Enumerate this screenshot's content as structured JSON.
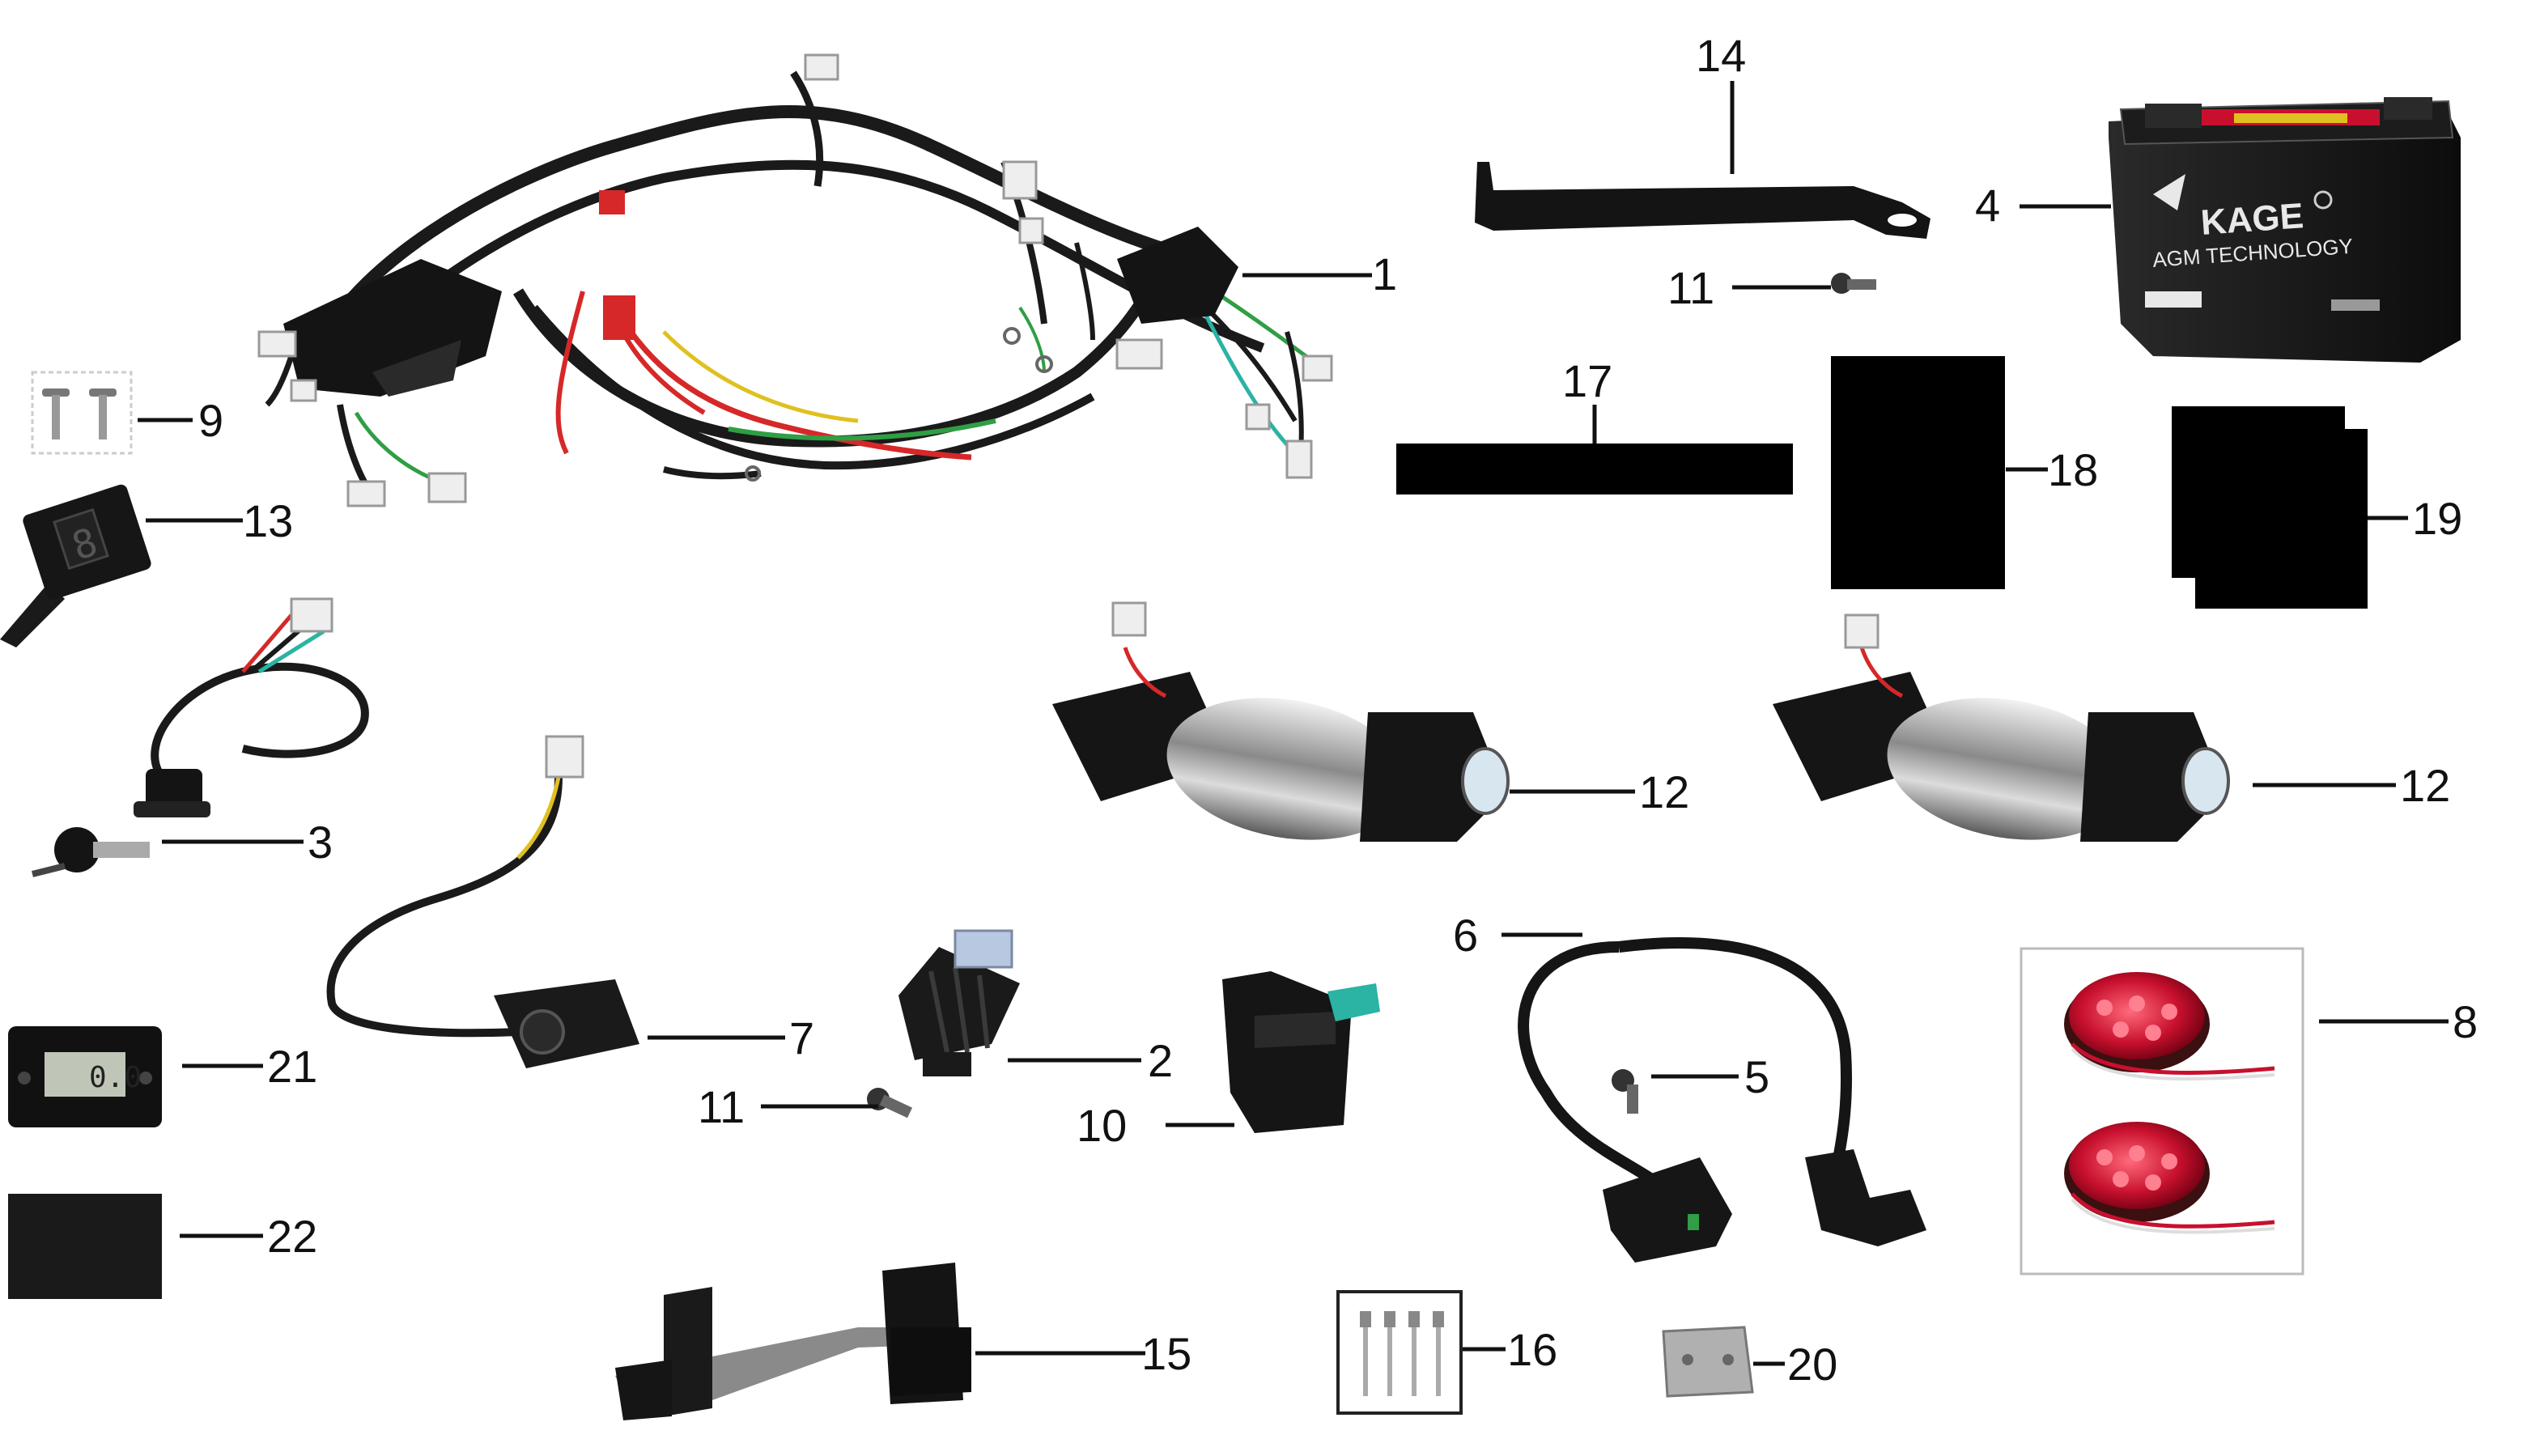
{
  "callouts": {
    "c1": "1",
    "c2": "2",
    "c3": "3",
    "c4": "4",
    "c5": "5",
    "c6": "6",
    "c7": "7",
    "c8": "8",
    "c9": "9",
    "c10": "10",
    "c11a": "11",
    "c11b": "11",
    "c12a": "12",
    "c12b": "12",
    "c13": "13",
    "c14": "14",
    "c15": "15",
    "c16": "16",
    "c17": "17",
    "c18": "18",
    "c19": "19",
    "c20": "20",
    "c21": "21",
    "c22": "22"
  },
  "battery": {
    "brand": "KAGE",
    "tech": "AGM TECHNOLOGY"
  },
  "hour_meter": {
    "reading": "0.0"
  },
  "colors": {
    "harness": "#1a1a1a",
    "wire_red": "#d62828",
    "wire_green": "#2f9e44",
    "wire_yellow": "#e0c020",
    "chrome": "#b8b8b8",
    "taillight": "#c8102e",
    "connector_teal": "#2bb3a3",
    "connector_white": "#eeeeee"
  }
}
